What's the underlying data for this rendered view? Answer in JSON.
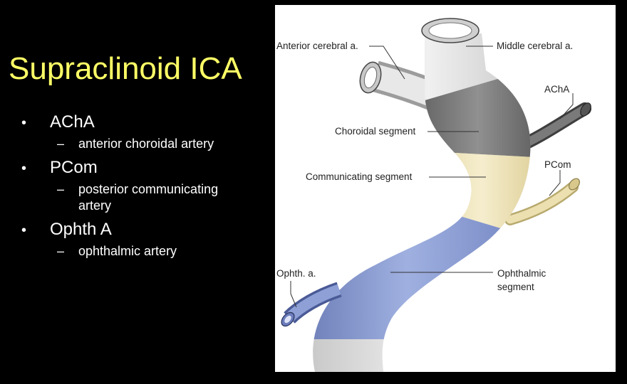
{
  "title": "Supraclinoid ICA",
  "bullets": [
    {
      "label": "AChA",
      "sub": "anterior choroidal artery"
    },
    {
      "label": "PCom",
      "sub": "posterior communicating artery"
    },
    {
      "label": "Ophth A",
      "sub": "ophthalmic artery"
    }
  ],
  "diagram": {
    "labels": {
      "anterior_cerebral": "Anterior cerebral a.",
      "middle_cerebral": "Middle cerebral a.",
      "acha": "AChA",
      "choroidal_segment": "Choroidal segment",
      "communicating_segment": "Communicating segment",
      "pcom": "PCom",
      "ophth_a": "Ophth. a.",
      "ophthalmic_segment_line1": "Ophthalmic",
      "ophthalmic_segment_line2": "segment"
    },
    "colors": {
      "choroidal": "#7d7d7d",
      "communicating": "#ede2b4",
      "ophthalmic": "#8e9fd2",
      "vessel": "#dcdcdc"
    }
  }
}
